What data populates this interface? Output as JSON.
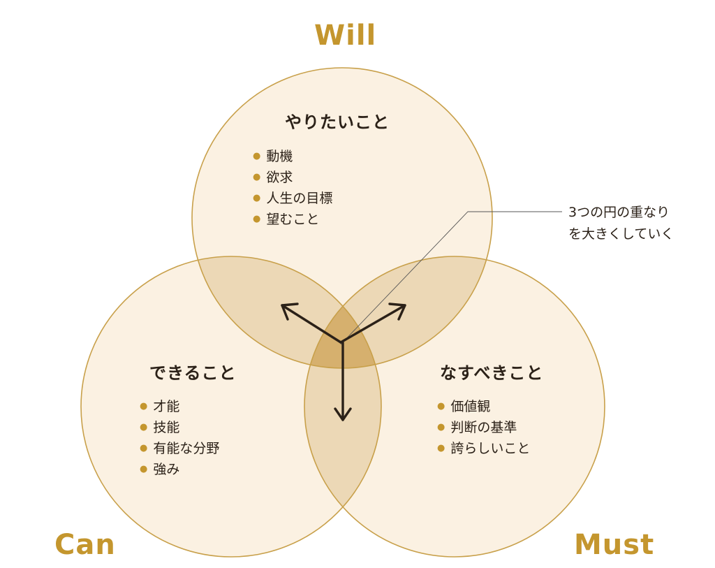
{
  "labels": {
    "will": "Will",
    "can": "Can",
    "must": "Must"
  },
  "circles": {
    "will": {
      "title": "やりたいこと",
      "items": [
        "動機",
        "欲求",
        "人生の目標",
        "望むこと"
      ]
    },
    "can": {
      "title": "できること",
      "items": [
        "才能",
        "技能",
        "有能な分野",
        "強み"
      ]
    },
    "must": {
      "title": "なすべきこと",
      "items": [
        "価値観",
        "判断の基準",
        "誇らしいこと"
      ]
    }
  },
  "note": {
    "line1": "3つの円の重なり",
    "line2": "を大きくしていく"
  },
  "colors": {
    "accent": "#c4962e",
    "circle_fill": "#fbf1e2",
    "pair_overlap": "#ecd8b6",
    "triple_overlap": "#d6b06e",
    "stroke": "#c8a04a",
    "text": "#2b2118"
  }
}
